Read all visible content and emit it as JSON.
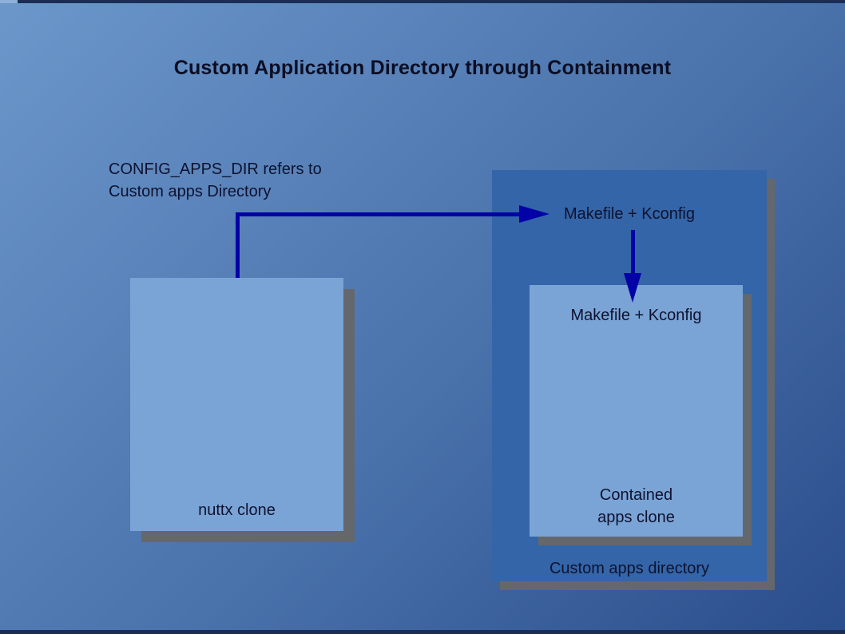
{
  "slide": {
    "title": "Custom Application Directory through Containment",
    "annotation": {
      "line1": "CONFIG_APPS_DIR refers to",
      "line2": "Custom apps Directory"
    },
    "nuttx_box": {
      "label": "nuttx clone"
    },
    "custom_apps_box": {
      "makefile_label": "Makefile + Kconfig",
      "caption": "Custom apps directory",
      "contained_box": {
        "makefile_label": "Makefile + Kconfig",
        "label_line1": "Contained",
        "label_line2": "apps clone"
      }
    }
  },
  "colors": {
    "bg-from": "#6B97CB",
    "bg-mid": "#4A72AB",
    "bg-to": "#2A4D8B",
    "box-light": "#7AA4D5",
    "box-medium": "#3365A8",
    "shadow": "#64676C",
    "arrow": "#0202A6",
    "text-dark": "#0E1230",
    "title-color": "#0A0E24",
    "strip": "#1B2D55",
    "strip-light": "#8EB1D9"
  }
}
